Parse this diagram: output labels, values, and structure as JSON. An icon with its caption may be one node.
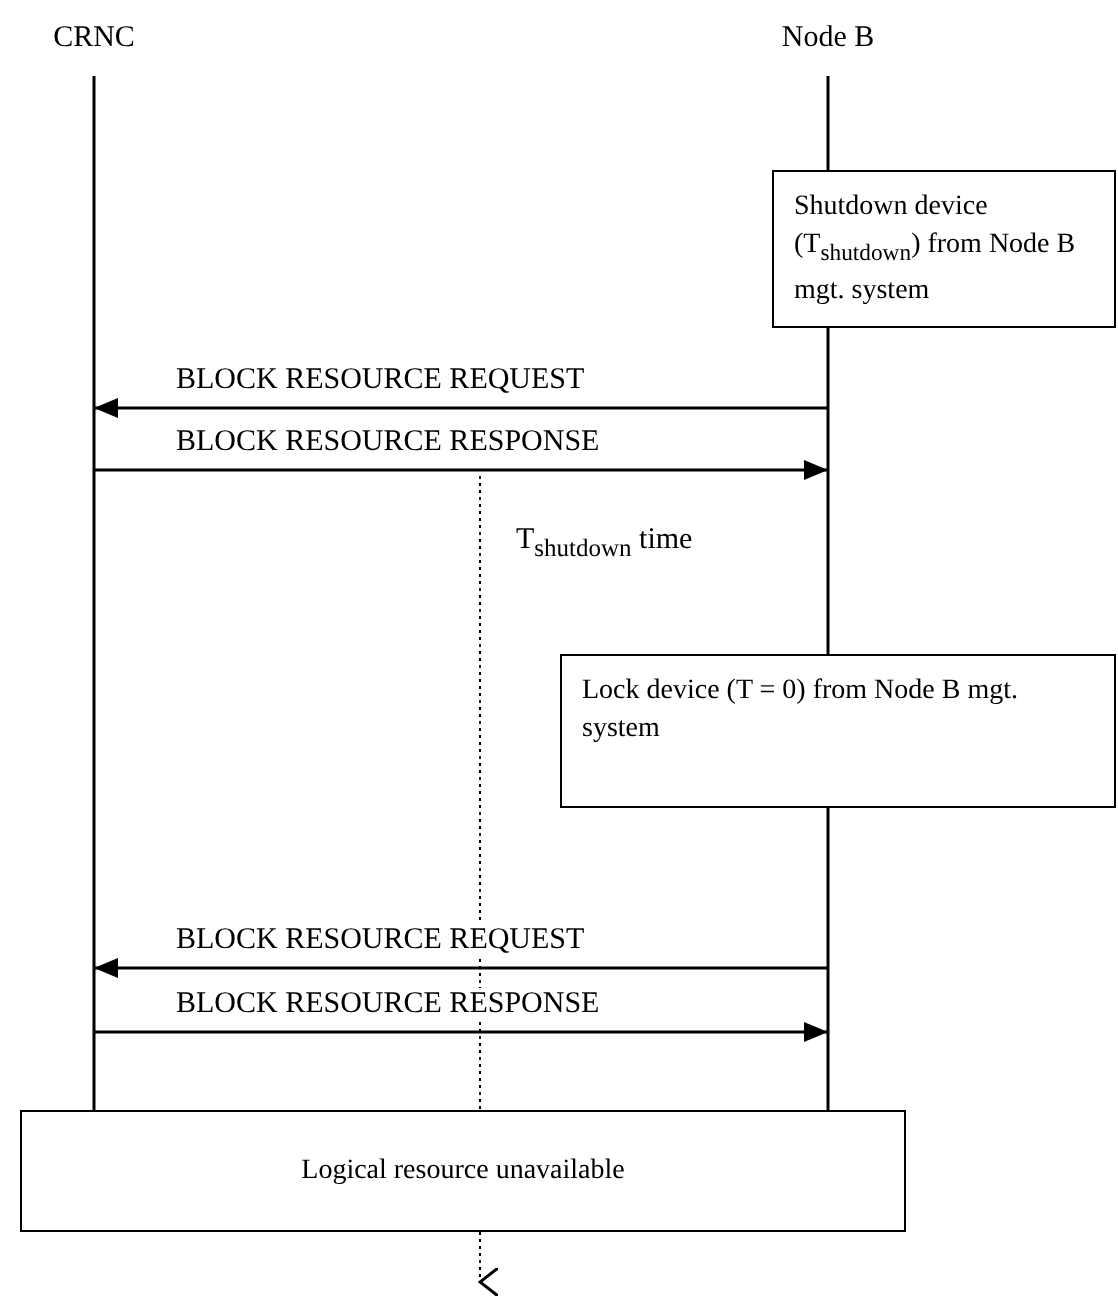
{
  "diagram": {
    "nodes": [
      {
        "text": [
          "CRNC"
        ]
      },
      {
        "text": [
          "Node B"
        ]
      },
      {
        "text": [
          "Shutdown device (T$_{shutdown}$) from Node B mgt. system"
        ]
      },
      {
        "text": [
          "Lock device (T = 0) from Node B mgt. system"
        ]
      },
      {
        "text": [
          "Logical resource unavailable"
        ]
      }
    ],
    "edges": [
      {
        "from": 1,
        "to": 0,
        "arrow": "to",
        "label": "BLOCK RESOURCE REQUEST"
      },
      {
        "from": 0,
        "to": 1,
        "arrow": "to",
        "label": "BLOCK RESOURCE RESPONSE"
      },
      {
        "from": 1,
        "to": 0,
        "arrow": "to",
        "label": "BLOCK RESOURCE REQUEST"
      },
      {
        "from": 0,
        "to": 1,
        "arrow": "to",
        "label": "BLOCK RESOURCE RESPONSE"
      }
    ],
    "labels": [
      "T$_{shutdown}$ time"
    ]
  }
}
